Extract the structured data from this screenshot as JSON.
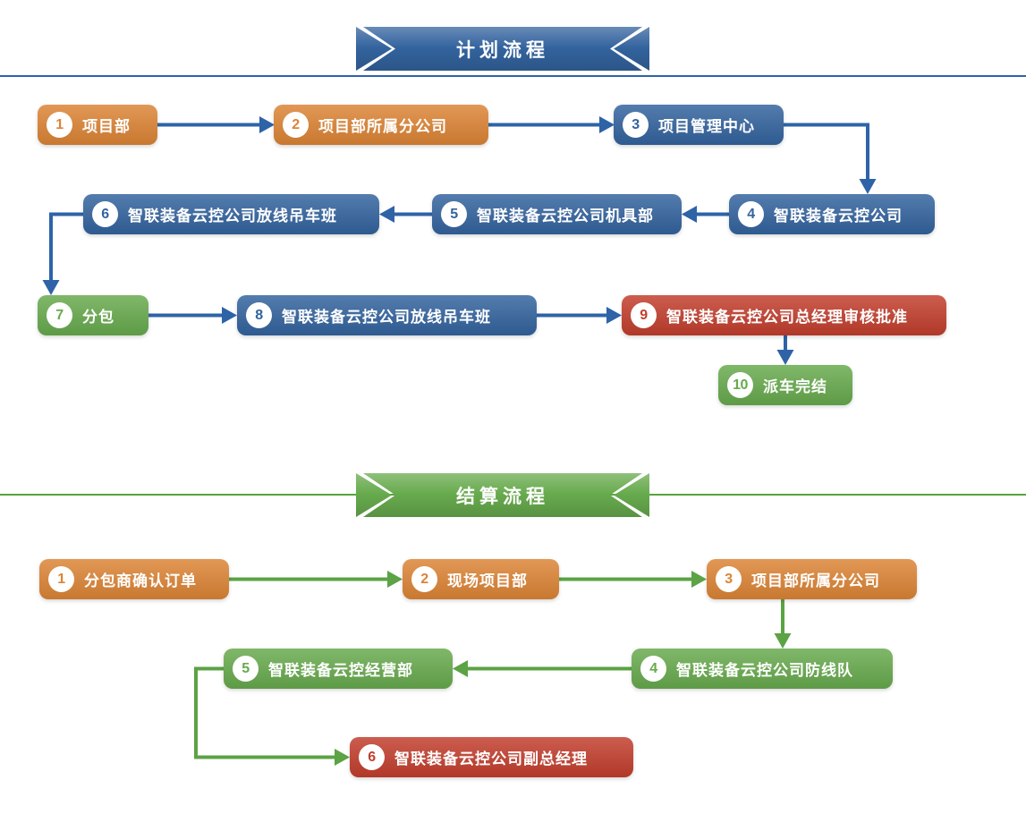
{
  "colors": {
    "orange": "#DC8435",
    "blue": "#33639E",
    "green": "#67AA4D",
    "red": "#C23E2D",
    "arrow_blue": "#2E63A8",
    "arrow_green": "#5BA344",
    "divider_blue": "#2E63A8",
    "divider_green": "#58A33E",
    "badge_bg": "#FFFFFF",
    "node_text": "#FFFFFF"
  },
  "planning": {
    "banner": {
      "label": "计划流程"
    },
    "nodes": [
      {
        "num": "1",
        "label": "项目部",
        "color": "orange"
      },
      {
        "num": "2",
        "label": "项目部所属分公司",
        "color": "orange"
      },
      {
        "num": "3",
        "label": "项目管理中心",
        "color": "blue"
      },
      {
        "num": "4",
        "label": "智联装备云控公司",
        "color": "blue"
      },
      {
        "num": "5",
        "label": "智联装备云控公司机具部",
        "color": "blue"
      },
      {
        "num": "6",
        "label": "智联装备云控公司放线吊车班",
        "color": "blue"
      },
      {
        "num": "7",
        "label": "分包",
        "color": "green"
      },
      {
        "num": "8",
        "label": "智联装备云控公司放线吊车班",
        "color": "blue"
      },
      {
        "num": "9",
        "label": "智联装备云控公司总经理审核批准",
        "color": "red"
      },
      {
        "num": "10",
        "label": "派车完结",
        "color": "green"
      }
    ]
  },
  "settlement": {
    "banner": {
      "label": "结算流程"
    },
    "nodes": [
      {
        "num": "1",
        "label": "分包商确认订单",
        "color": "orange"
      },
      {
        "num": "2",
        "label": "现场项目部",
        "color": "orange"
      },
      {
        "num": "3",
        "label": "项目部所属分公司",
        "color": "orange"
      },
      {
        "num": "4",
        "label": "智联装备云控公司防线队",
        "color": "green"
      },
      {
        "num": "5",
        "label": "智联装备云控经营部",
        "color": "green"
      },
      {
        "num": "6",
        "label": "智联装备云控公司副总经理",
        "color": "red"
      }
    ]
  }
}
